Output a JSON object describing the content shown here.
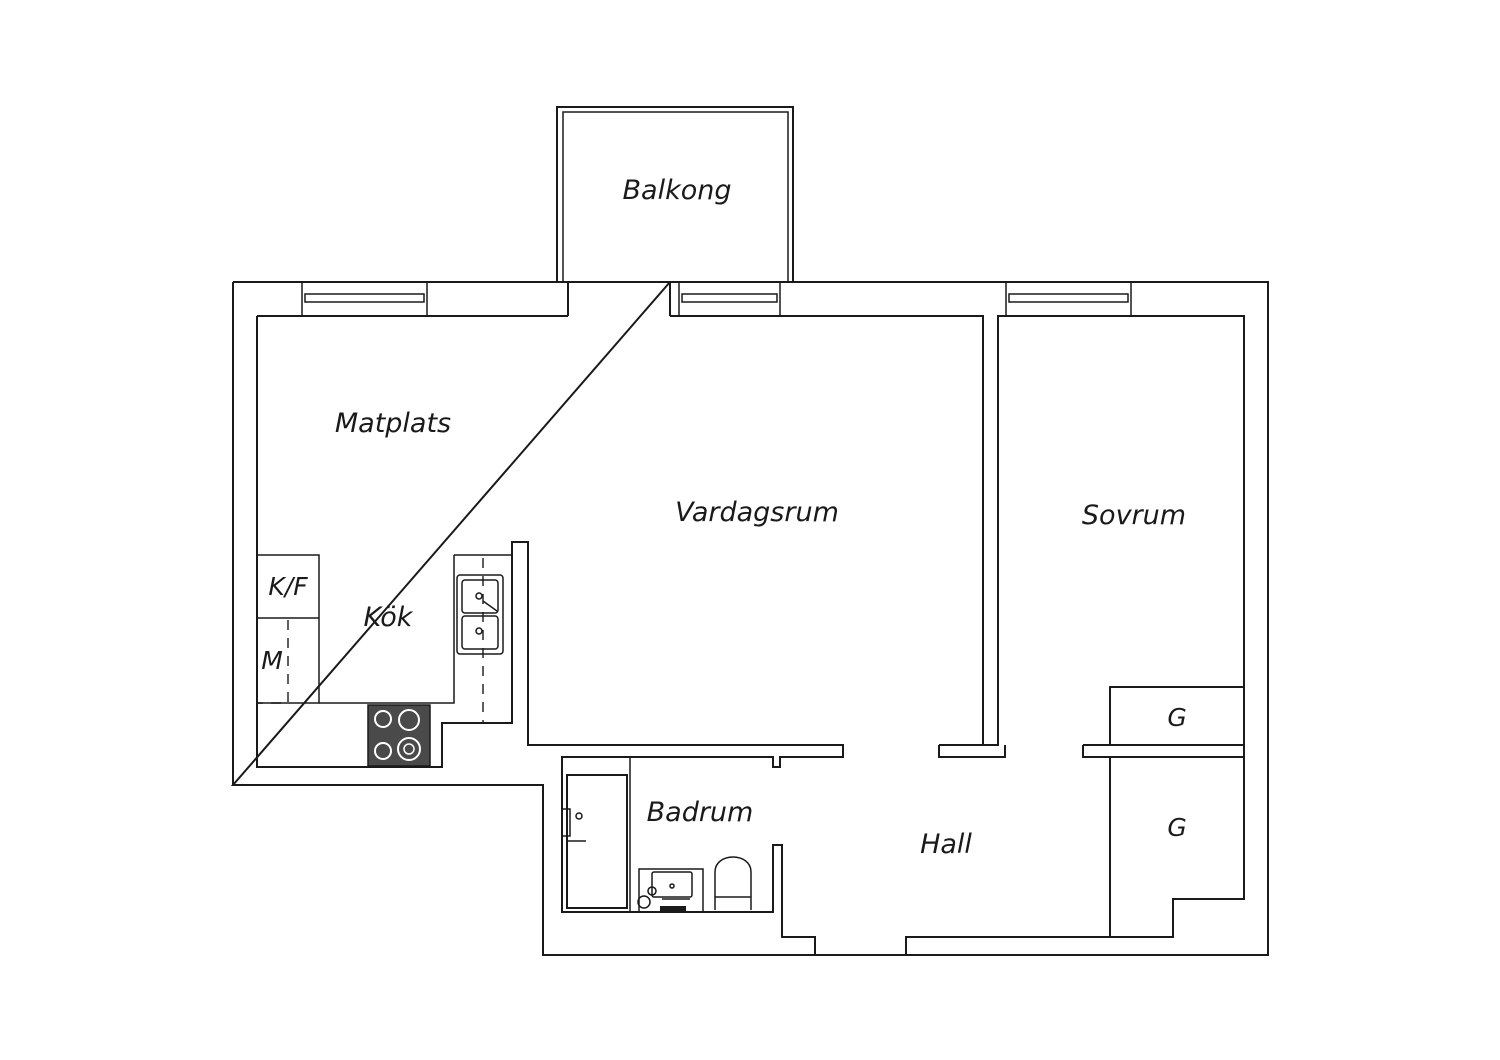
{
  "floor_plan": {
    "rooms": {
      "balkong": "Balkong",
      "matplats": "Matplats",
      "vardagsrum": "Vardagsrum",
      "sovrum": "Sovrum",
      "kok": "Kök",
      "kf": "K/F",
      "m": "M",
      "badrum": "Badrum",
      "hall": "Hall",
      "g_upper": "G",
      "g_lower": "G"
    },
    "colors": {
      "line": "#1a1a1a",
      "background": "#ffffff",
      "stove": "#4a4a4a"
    }
  }
}
